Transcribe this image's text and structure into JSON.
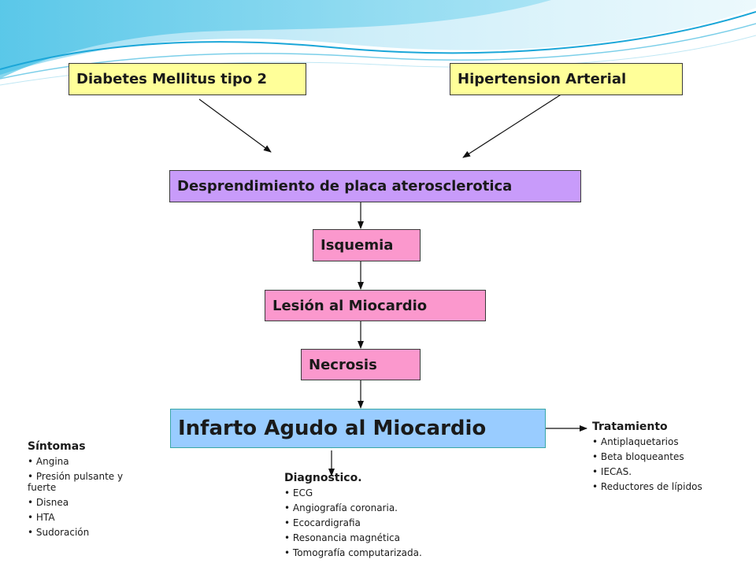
{
  "nodes": {
    "diabetes": "Diabetes Mellitus tipo 2",
    "hipertension": "Hipertension Arterial",
    "placa": "Desprendimiento de placa aterosclerotica",
    "isquemia": "Isquemia",
    "lesion": "Lesión al Miocardio",
    "necrosis": "Necrosis",
    "infarto": "Infarto Agudo al Miocardio"
  },
  "sintomas": {
    "heading": "Síntomas",
    "items": [
      "Angina",
      "Presión pulsante y fuerte",
      "Disnea",
      "HTA",
      "Sudoración"
    ]
  },
  "diagnostico": {
    "heading": "Diagnostico.",
    "items": [
      "ECG",
      "Angiografía coronaria.",
      "Ecocardigrafia",
      "Resonancia magnética",
      "Tomografía computarizada."
    ]
  },
  "tratamiento": {
    "heading": "Tratamiento",
    "items": [
      "Antiplaquetarios",
      "Beta bloqueantes",
      "IECAS.",
      "Reductores de lípidos"
    ]
  },
  "colors": {
    "yellow": "#ffff99",
    "purple": "#c89bfa",
    "pink": "#fb98cd",
    "blue": "#99ccff",
    "wave": "#5cc8e8"
  }
}
